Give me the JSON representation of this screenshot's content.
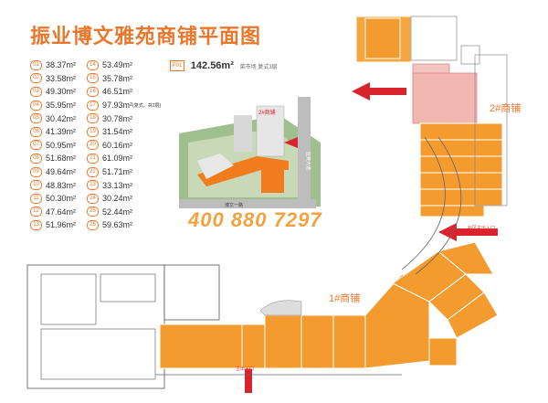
{
  "title": "振业博文雅苑商铺平面图",
  "legend_col1": [
    {
      "num": "01",
      "area": "38.37m²"
    },
    {
      "num": "02",
      "area": "33.58m²"
    },
    {
      "num": "03",
      "area": "49.30m²"
    },
    {
      "num": "04",
      "area": "35.95m²"
    },
    {
      "num": "05",
      "area": "30.42m²"
    },
    {
      "num": "06",
      "area": "41.39m²"
    },
    {
      "num": "07",
      "area": "50.95m²"
    },
    {
      "num": "08",
      "area": "51.68m²"
    },
    {
      "num": "09",
      "area": "49.64m²"
    },
    {
      "num": "10",
      "area": "48.83m²"
    },
    {
      "num": "11",
      "area": "50.30m²"
    },
    {
      "num": "12",
      "area": "47.64m²"
    },
    {
      "num": "13",
      "area": "51.96m²"
    }
  ],
  "legend_col2": [
    {
      "num": "14",
      "area": "53.49m²"
    },
    {
      "num": "15",
      "area": "35.78m²"
    },
    {
      "num": "16",
      "area": "46.51m²"
    },
    {
      "num": "17",
      "area": "97.93m²",
      "note": "(复式，共2层)"
    },
    {
      "num": "18",
      "area": "30.78m²"
    },
    {
      "num": "19",
      "area": "31.54m²"
    },
    {
      "num": "20",
      "area": "60.16m²"
    },
    {
      "num": "21",
      "area": "61.09m²"
    },
    {
      "num": "22",
      "area": "51.71m²"
    },
    {
      "num": "23",
      "area": "33.13m²"
    },
    {
      "num": "24",
      "area": "30.24m²"
    },
    {
      "num": "25",
      "area": "52.44m²"
    },
    {
      "num": "26",
      "area": "59.63m²"
    }
  ],
  "highlight": {
    "num": "P01",
    "area": "142.56m²",
    "note": "菜市场 复式3层"
  },
  "phone": "400 880 7297",
  "shop2_label": "2#商铺",
  "shop1_label": "1#商铺",
  "entrance_right": "社区主出入口",
  "entrance_bottom": "主出入口",
  "aerial_badge": "2#商铺"
}
